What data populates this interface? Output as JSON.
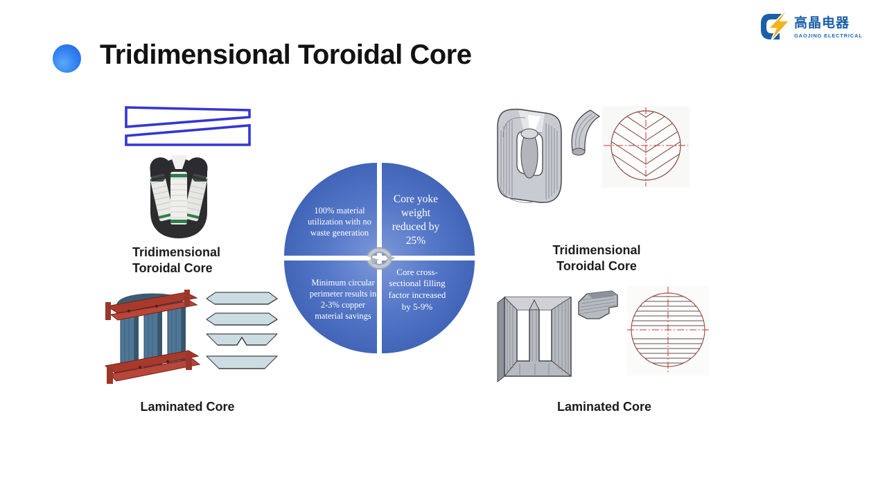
{
  "slide": {
    "title": "Tridimensional Toroidal Core",
    "logo": {
      "cn": "高晶电器",
      "en": "GAOJING ELECTRICAL"
    },
    "left_panel": {
      "toroidal_caption": "Tridimensional\nToroidal Core",
      "laminated_caption": "Laminated Core"
    },
    "right_panel": {
      "toroidal_caption": "Tridimensional\nToroidal Core",
      "laminated_caption": "Laminated Core"
    },
    "benefits_diagram": {
      "top_left": "100% material utilization with no waste generation",
      "top_right": "Core yoke weight reduced by 25%",
      "bottom_left": "Minimum circular perimeter results in 2-3% copper material savings",
      "bottom_right": "Core cross-sectional filling factor increased by 5-9%",
      "center_icon": "cycle-arrows-icon"
    },
    "colors": {
      "accent_blue": "#2f7ef0",
      "quadrant_blue_outer": "#3a5cab",
      "quadrant_blue_inner": "#7b97d9",
      "logo_blue": "#1b5fa8",
      "logo_yellow": "#f2b31c",
      "strip_outline_blue": "#3535d5",
      "drawing_red": "#b03b30"
    }
  }
}
